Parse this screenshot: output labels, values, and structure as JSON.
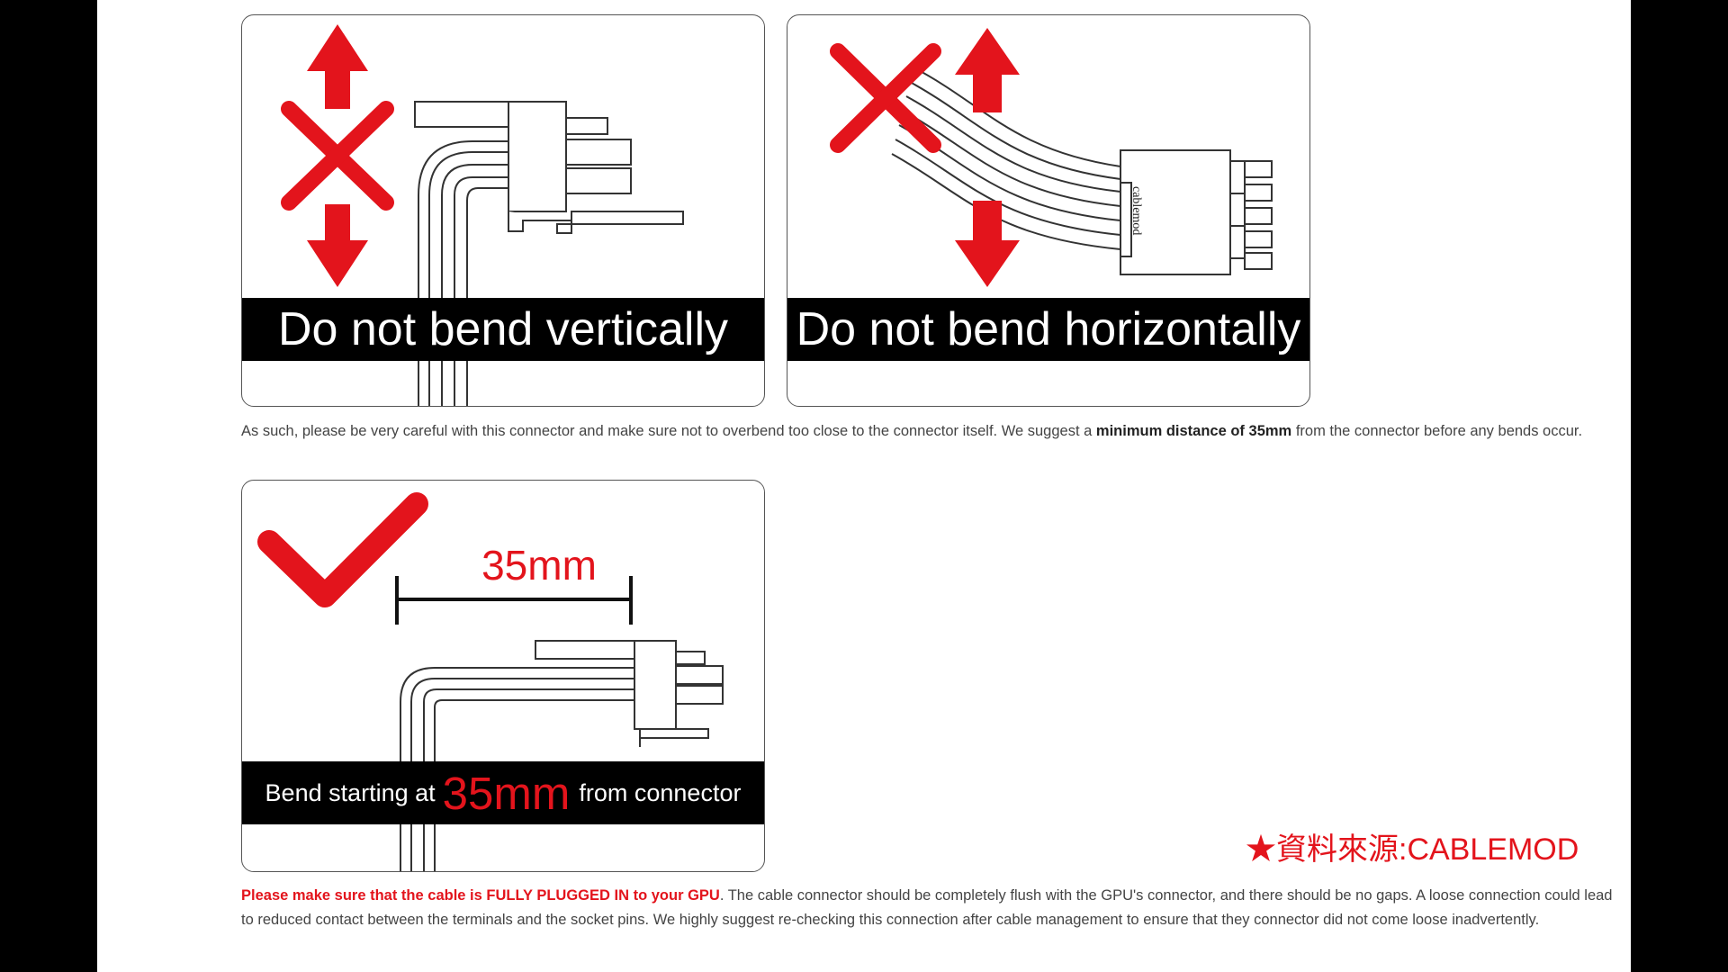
{
  "panels": {
    "vertical": {
      "caption": "Do not bend vertically"
    },
    "horizontal": {
      "caption": "Do not bend horizontally",
      "brand_text": "cablemod"
    },
    "correct": {
      "dimension_label": "35mm",
      "caption_prefix": "Bend starting at",
      "caption_highlight": "35mm",
      "caption_suffix": "from connector"
    }
  },
  "paragraph1": {
    "text_before": "As such, please be very careful with this connector and make sure not to overbend too close to the connector itself. We suggest a",
    "bold": "minimum distance of 35mm",
    "text_after": "from the connector before any bends occur."
  },
  "paragraph2": {
    "red_bold": "Please make sure that the cable is FULLY PLUGGED IN to your GPU",
    "text": ". The cable connector should be completely flush with the GPU's connector, and there should be no gaps. A loose connection could lead to reduced contact between the terminals and the socket pins. We highly suggest re-checking this connection after cable management to ensure that they connector did not come loose inadvertently."
  },
  "credit": "★資料來源:CABLEMOD",
  "colors": {
    "accent_red": "#e3141c",
    "banner_bg": "#000000",
    "page_bg": "#ffffff",
    "frame_bg": "#000000"
  },
  "icons": [
    "x-mark-icon",
    "arrow-up-icon",
    "arrow-down-icon",
    "checkmark-icon",
    "dimension-line-icon"
  ]
}
